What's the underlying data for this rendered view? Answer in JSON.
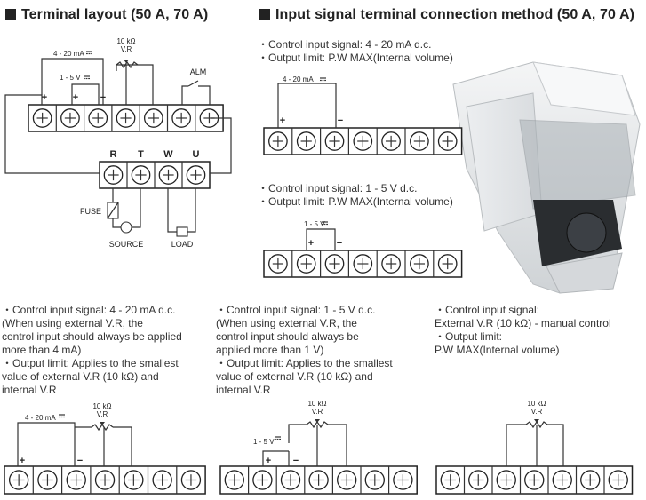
{
  "headers": {
    "left": "Terminal layout (50 A, 70 A)",
    "right": "Input signal terminal connection method (50 A, 70 A)"
  },
  "top_right": {
    "block1": [
      "・Control input signal: 4 - 20 mA d.c.",
      "・Output limit: P.W MAX(Internal volume)"
    ],
    "block2": [
      "・Control input signal: 1 - 5 V d.c.",
      "・Output limit: P.W MAX(Internal volume)"
    ]
  },
  "bottom": {
    "col1": [
      "・Control input signal: 4 - 20 mA d.c.",
      "  (When using external V.R, the",
      "  control input should always be applied",
      "  more than 4 mA)",
      "・Output limit: Applies to the smallest",
      "  value of external V.R (10 kΩ) and",
      "  internal V.R"
    ],
    "col2": [
      "・Control input signal: 1 - 5 V d.c.",
      "  (When using external V.R, the",
      "  control input should always be",
      "  applied more than 1 V)",
      "・Output limit: Applies to the smallest",
      "  value of external V.R (10 kΩ) and",
      "  internal V.R"
    ],
    "col3": [
      "・Control input signal:",
      "  External V.R (10 kΩ) - manual control",
      "・Output limit:",
      "  P.W MAX(Internal volume)"
    ]
  },
  "diagram": {
    "ma": "4 - 20 mA",
    "v": "1 - 5 V",
    "vr": "10 kΩ",
    "vr2": "V.R",
    "alm": "ALM",
    "fuse": "FUSE",
    "source": "SOURCE",
    "load": "LOAD",
    "plus": "+",
    "minus": "−",
    "power_terms": [
      "R",
      "T",
      "W",
      "U"
    ]
  }
}
